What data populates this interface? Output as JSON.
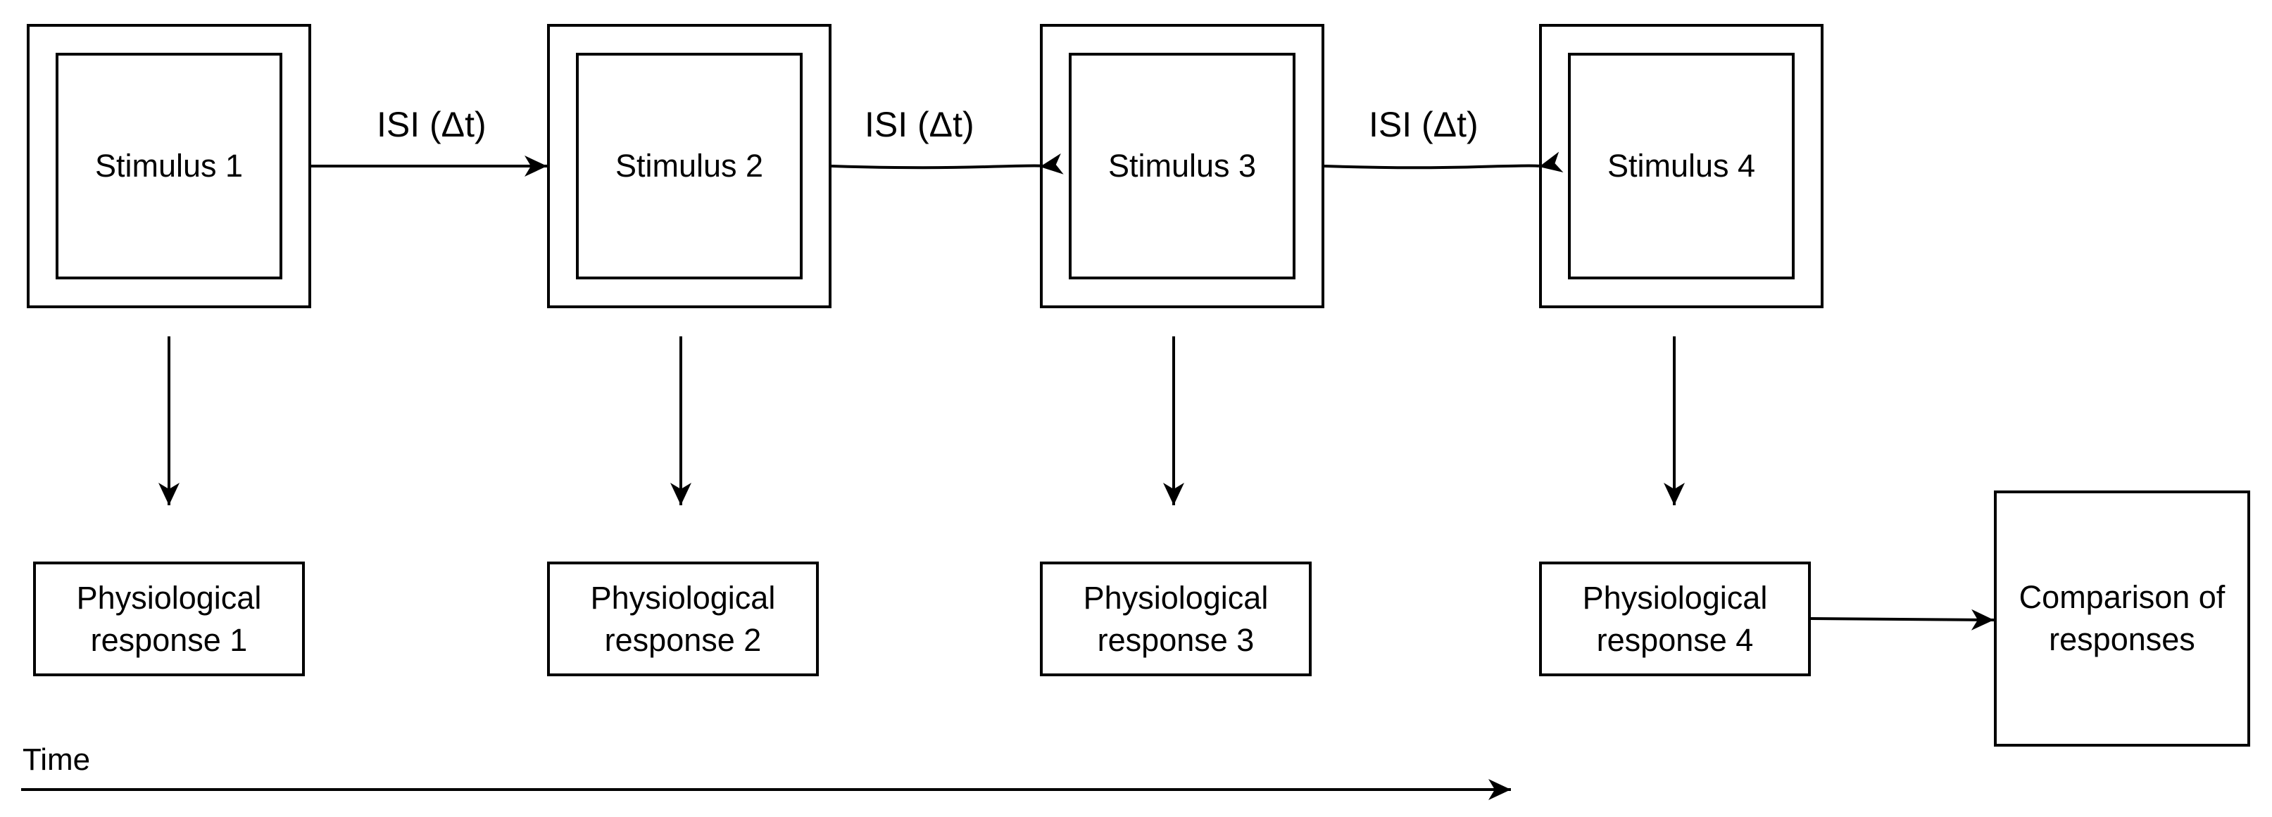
{
  "stimuli": [
    {
      "label": "Stimulus 1"
    },
    {
      "label": "Stimulus 2"
    },
    {
      "label": "Stimulus 3"
    },
    {
      "label": "Stimulus 4"
    }
  ],
  "isi_label": "ISI (Δt)",
  "responses": [
    {
      "line1": "Physiological",
      "line2": "response 1"
    },
    {
      "line1": "Physiological",
      "line2": "response 2"
    },
    {
      "line1": "Physiological",
      "line2": "response 3"
    },
    {
      "line1": "Physiological",
      "line2": "response 4"
    }
  ],
  "comparison": {
    "line1": "Comparison of",
    "line2": "responses"
  },
  "time_label": "Time"
}
